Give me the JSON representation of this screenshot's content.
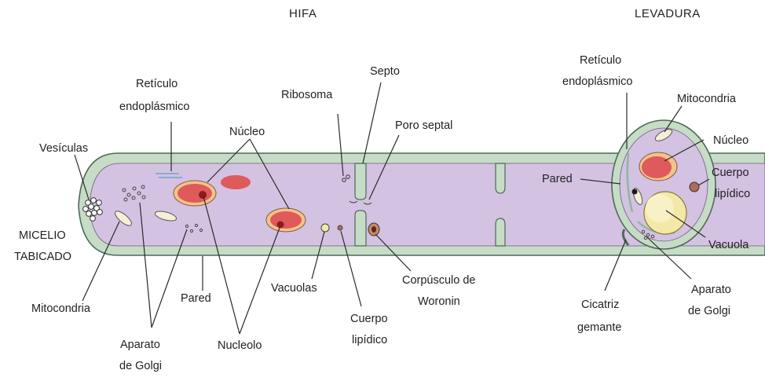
{
  "hifa": {
    "title": "HIFA",
    "labels": {
      "vesiculas": "Vesículas",
      "reticulo_1": "Retículo",
      "reticulo_2": "endoplásmico",
      "nucleo": "Núcleo",
      "ribosoma": "Ribosoma",
      "septo": "Septo",
      "poro_septal": "Poro septal",
      "micelio_1": "MICELIO",
      "micelio_2": "TABICADO",
      "mitocondria": "Mitocondria",
      "pared": "Pared",
      "vacuolas": "Vacuolas",
      "corpusculo_1": "Corpúsculo de",
      "corpusculo_2": "Woronin",
      "cuerpo_1": "Cuerpo",
      "cuerpo_2": "lipídico",
      "nucleolo": "Nucleolo",
      "aparato_1": "Aparato",
      "aparato_2": "de Golgi"
    }
  },
  "levadura": {
    "title": "LEVADURA",
    "labels": {
      "reticulo_1": "Retículo",
      "reticulo_2": "endoplásmico",
      "mitocondria": "Mitocondria",
      "nucleo": "Núcleo",
      "pared": "Pared",
      "cuerpo_1": "Cuerpo",
      "cuerpo_2": "lipídico",
      "vacuola": "Vacuola",
      "aparato_1": "Aparato",
      "aparato_2": "de Golgi",
      "cicatriz_1": "Cicatriz",
      "cicatriz_2": "gemante"
    }
  },
  "colors": {
    "wall": "#c6dcc6",
    "wall_stroke": "#4e6a58",
    "cytoplasm": "#d4c2e2",
    "nucleus": "#df5a5a",
    "nucleus_ring": "#f0c48c",
    "vacuole": "#f4e8a8"
  }
}
